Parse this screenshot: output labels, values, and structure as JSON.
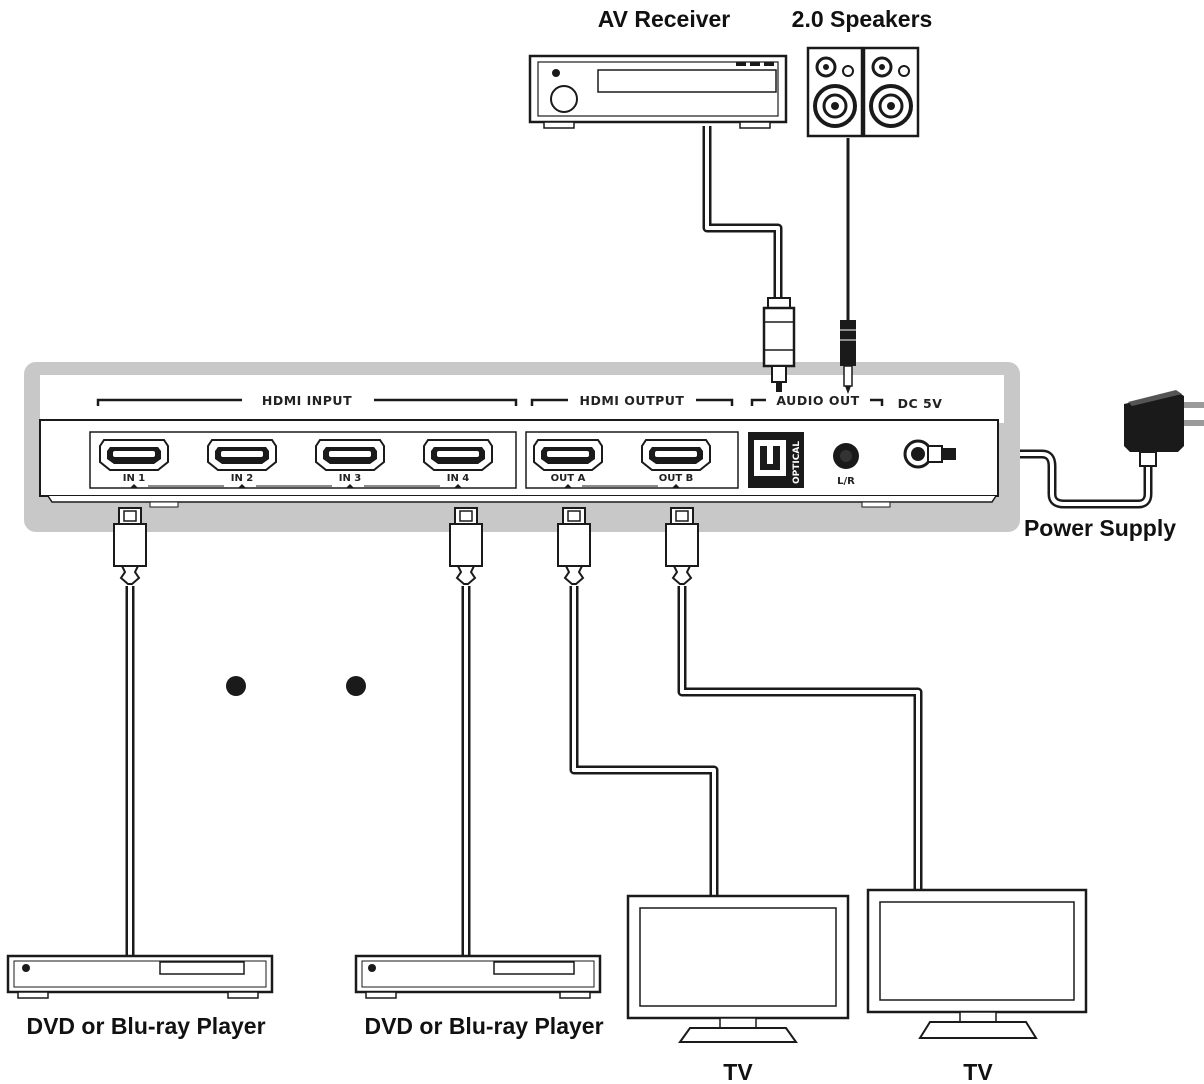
{
  "labels": {
    "av_receiver": "AV Receiver",
    "speakers": "2.0 Speakers",
    "power_supply": "Power Supply",
    "player_1": "DVD or Blu-ray Player",
    "player_2": "DVD or Blu-ray Player",
    "tv_a": "TV",
    "tv_b": "TV"
  },
  "panel": {
    "hdmi_input": "HDMI INPUT",
    "hdmi_output": "HDMI OUTPUT",
    "audio_out": "AUDIO OUT",
    "dc": "DC 5V",
    "optical": "OPTICAL",
    "lr": "L/R"
  },
  "ports": {
    "in1": "IN 1",
    "in2": "IN 2",
    "in3": "IN 3",
    "in4": "IN 4",
    "outa": "OUT A",
    "outb": "OUT B"
  },
  "colors": {
    "line": "#1a1a1a",
    "panel_frame": "#c8c8c8",
    "device_fill": "#ffffff"
  }
}
